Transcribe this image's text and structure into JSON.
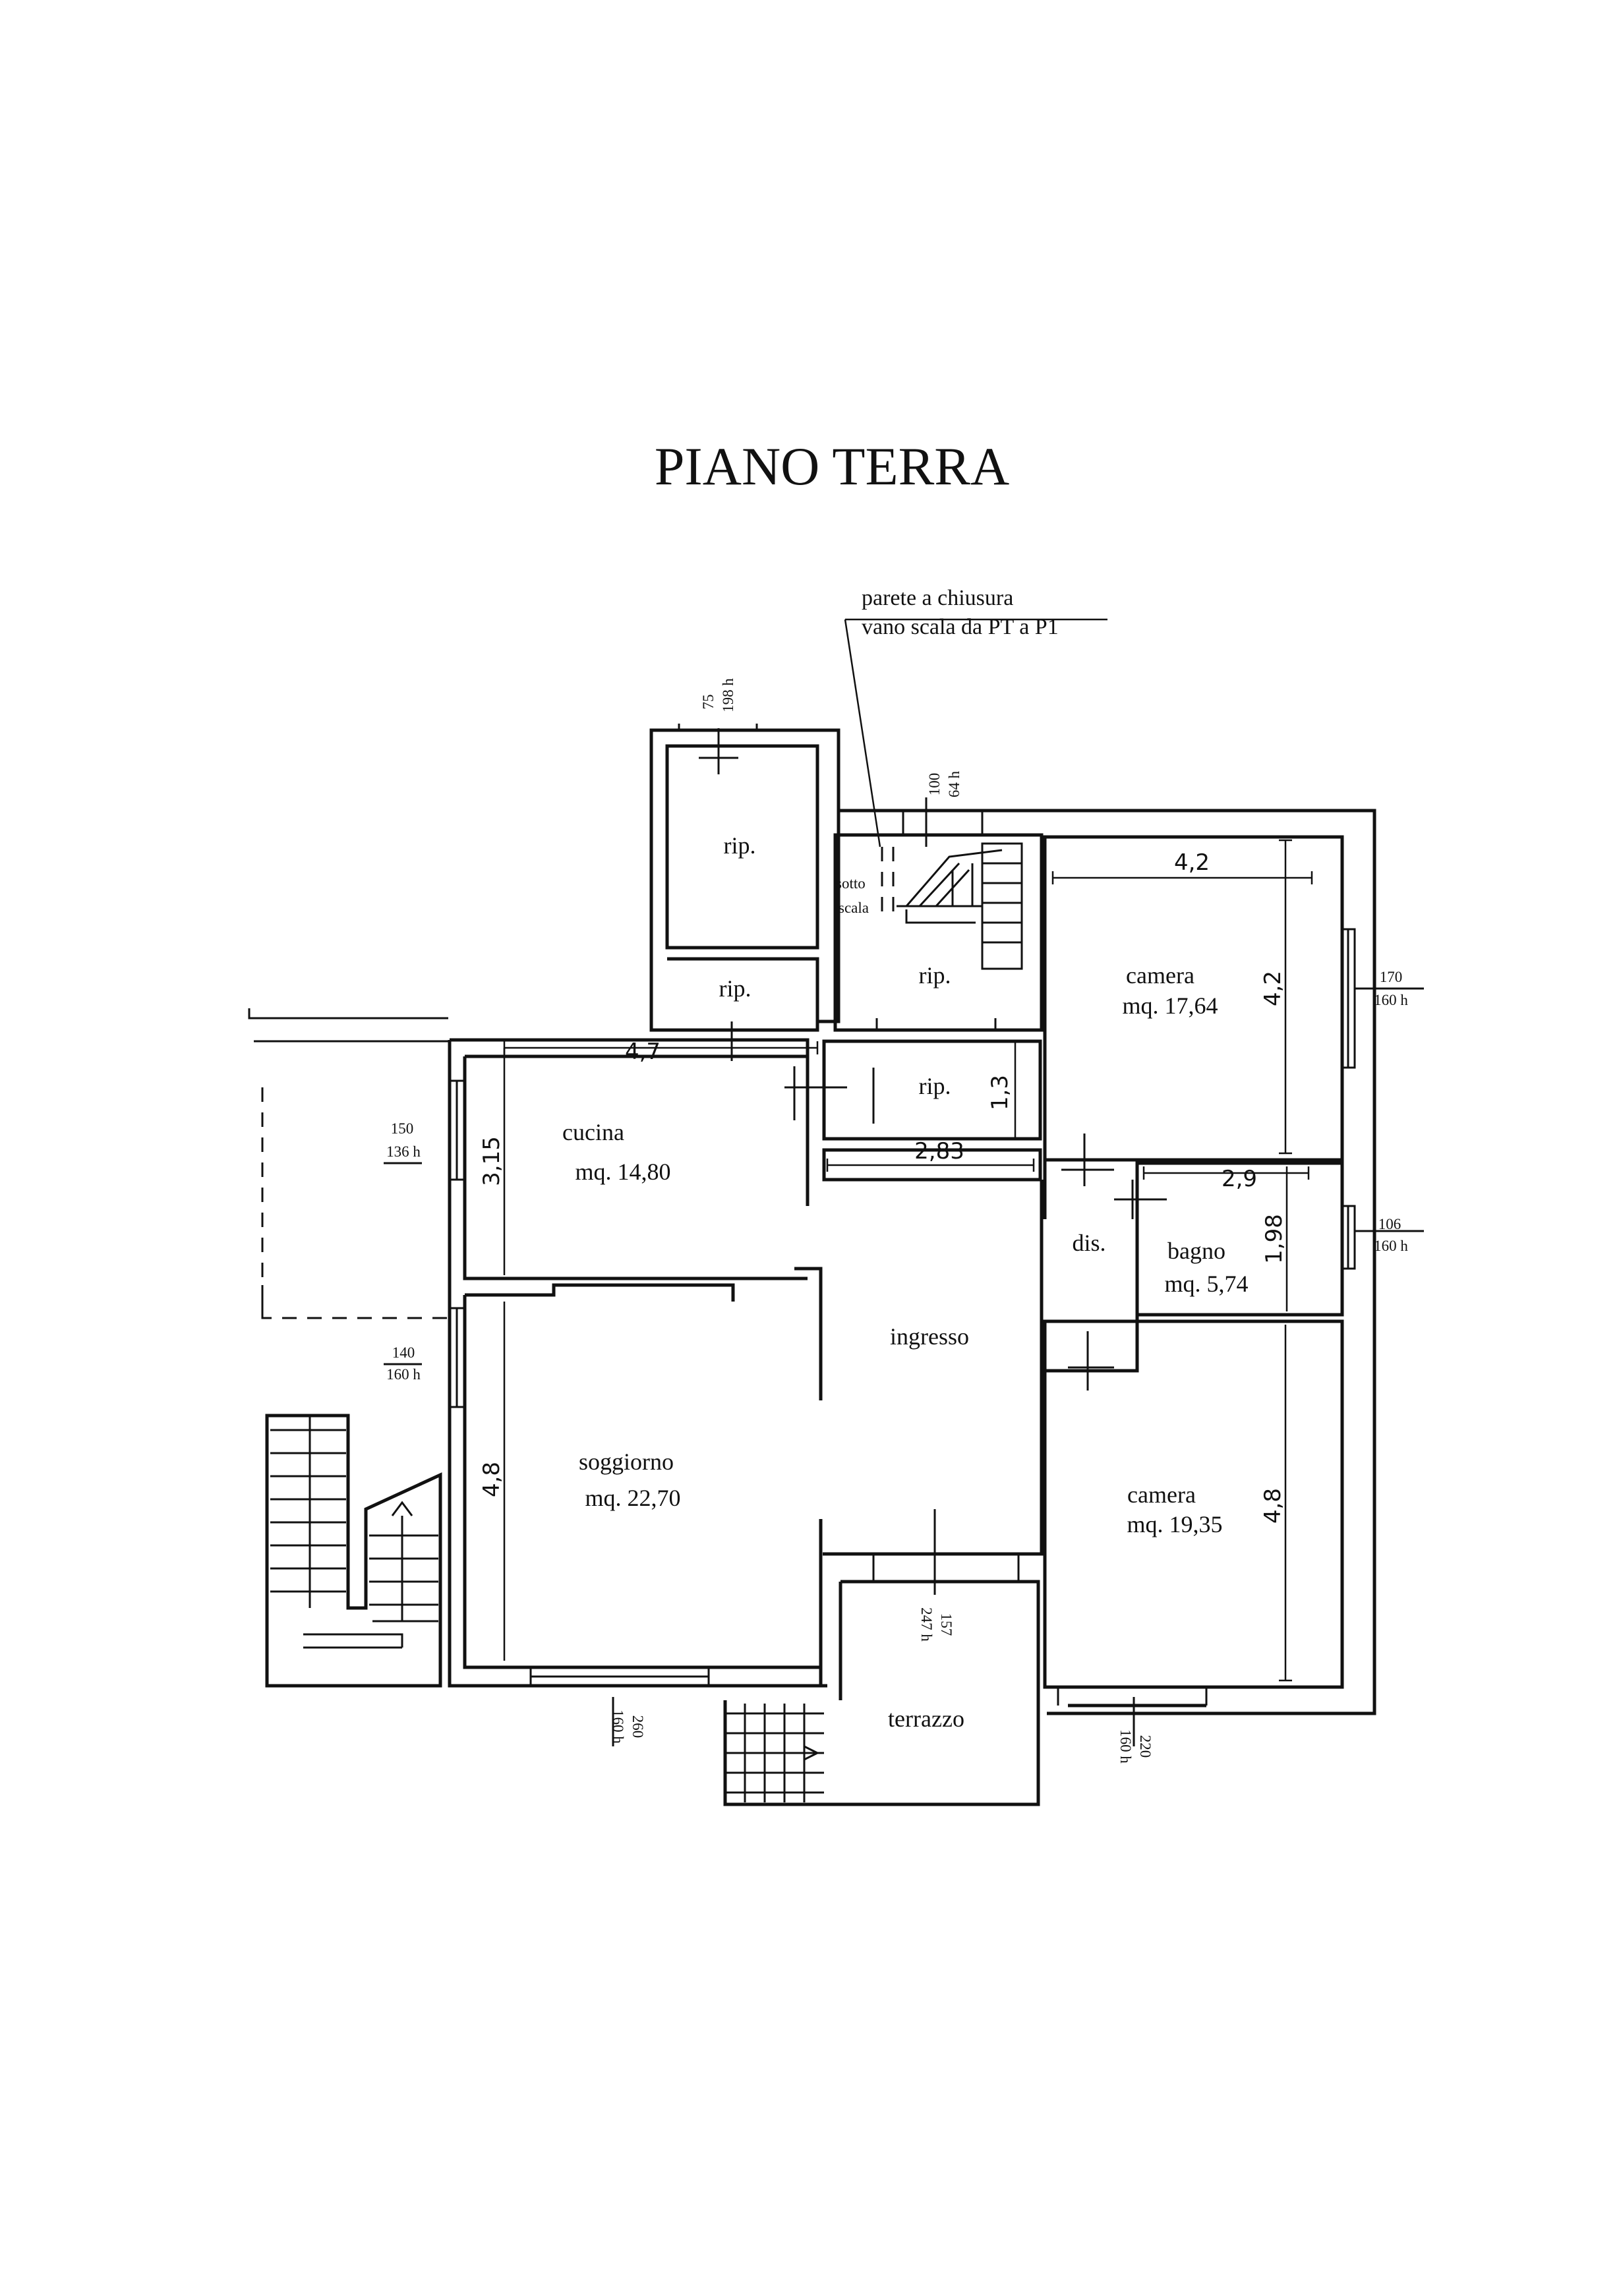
{
  "title": "PIANO TERRA",
  "note": {
    "line1": "parete a chiusura",
    "line2": "vano scala da PT a P1"
  },
  "rooms": {
    "rip_top": "rip.",
    "rip_small": "rip.",
    "sotto1": "sotto",
    "sotto2": "scala",
    "rip_stair": "rip.",
    "rip_mid": "rip.",
    "camera1_name": "camera",
    "camera1_area": "mq. 17,64",
    "cucina_name": "cucina",
    "cucina_area": "mq. 14,80",
    "dis": "dis.",
    "bagno_name": "bagno",
    "bagno_area": "mq. 5,74",
    "ingresso": "ingresso",
    "soggiorno_name": "soggiorno",
    "soggiorno_area": "mq. 22,70",
    "camera2_name": "camera",
    "camera2_area": "mq. 19,35",
    "terrazzo": "terrazzo"
  },
  "dimensions": {
    "camera1_w": "4,2",
    "camera1_h": "4,2",
    "cucina_w": "4,7",
    "cucina_h": "3,15",
    "rip_h": "1,3",
    "corridor_w": "2,83",
    "bagno_w": "2,9",
    "bagno_h": "1,98",
    "soggiorno_h": "4,8",
    "camera2_h": "4,8"
  },
  "openings": {
    "top_a": "75",
    "top_b": "198 h",
    "stair_a": "100",
    "stair_b": "64 h",
    "cam1_a": "170",
    "cam1_b": "160 h",
    "cuc_a": "150",
    "cuc_b": "136 h",
    "bag_a": "106",
    "bag_b": "160 h",
    "sog_a": "140",
    "sog_b": "160 h",
    "ter_a": "157",
    "ter_b": "247 h",
    "sogb_a": "260",
    "sogb_b": "160 h",
    "cam2_a": "220",
    "cam2_b": "160 h"
  }
}
